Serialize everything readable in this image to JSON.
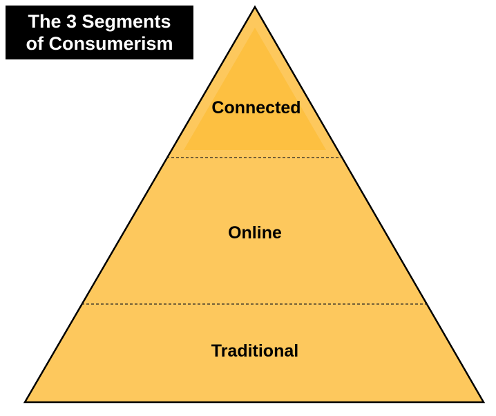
{
  "title": {
    "line1": "The 3 Segments",
    "line2": "of Consumerism"
  },
  "pyramid": {
    "levels": [
      {
        "label": "Connected"
      },
      {
        "label": "Online"
      },
      {
        "label": "Traditional"
      }
    ]
  },
  "colors": {
    "pyramid_fill": "#FDC85D",
    "apex_highlight": "#FDBE3C",
    "outline": "#000000",
    "divider": "#222222",
    "title_bg": "#000000",
    "title_text": "#FFFFFF"
  }
}
